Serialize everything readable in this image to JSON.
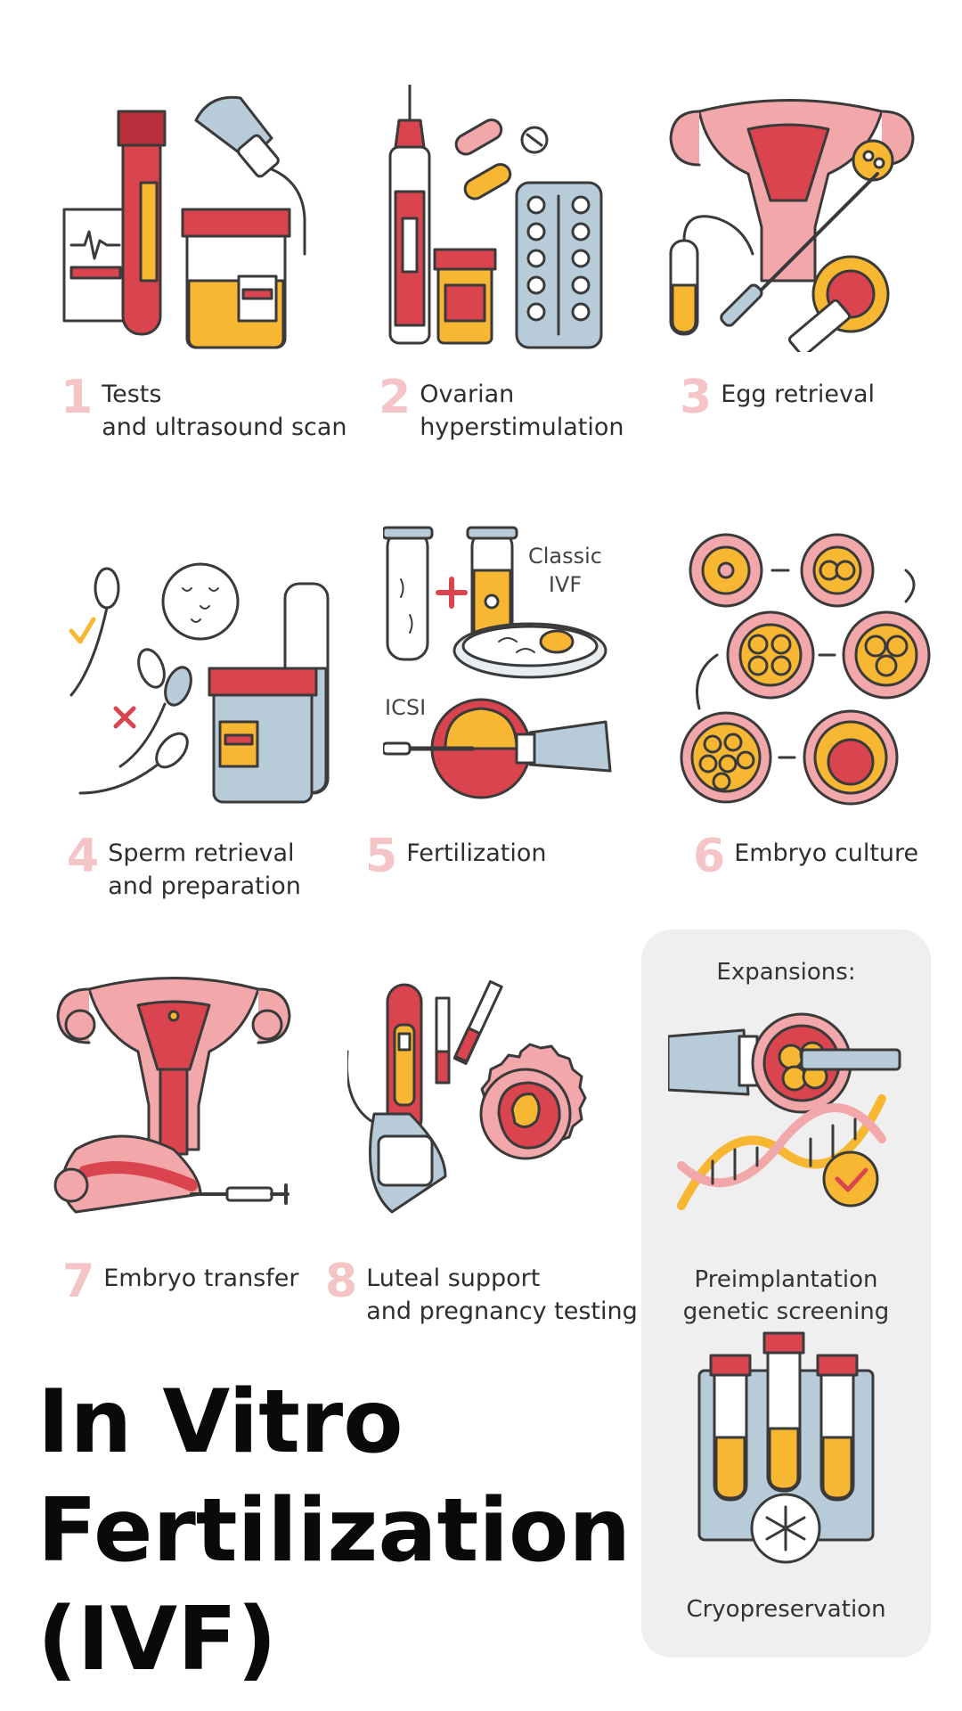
{
  "title": {
    "line1": "In Vitro",
    "line2": "Fertilization",
    "line3": "(IVF)"
  },
  "steps": [
    {
      "number": "1",
      "line1": "Tests",
      "line2": "and ultrasound scan",
      "icon": "tests-ultrasound-icon"
    },
    {
      "number": "2",
      "line1": "Ovarian",
      "line2": "hyperstimulation",
      "icon": "medication-icon"
    },
    {
      "number": "3",
      "line1": "Egg retrieval",
      "line2": "",
      "icon": "egg-retrieval-icon"
    },
    {
      "number": "4",
      "line1": "Sperm retrieval",
      "line2": "and preparation",
      "icon": "sperm-icon"
    },
    {
      "number": "5",
      "line1": "Fertilization",
      "line2": "",
      "icon": "fertilization-icon"
    },
    {
      "number": "6",
      "line1": "Embryo culture",
      "line2": "",
      "icon": "embryo-culture-icon"
    },
    {
      "number": "7",
      "line1": "Embryo transfer",
      "line2": "",
      "icon": "uterus-transfer-icon"
    },
    {
      "number": "8",
      "line1": "Luteal support",
      "line2": "and pregnancy testing",
      "icon": "pregnancy-test-icon"
    }
  ],
  "fertilization_tags": {
    "classic_line1": "Classic",
    "classic_line2": "IVF",
    "icsi": "ICSI"
  },
  "expansions": {
    "heading": "Expansions:",
    "pgs_line1": "Preimplantation",
    "pgs_line2": "genetic screening",
    "cryo": "Cryopreservation"
  },
  "colors": {
    "red": "#d9444f",
    "pink": "#f2a7ab",
    "yellow": "#f7b733",
    "blue": "#b8cbd9",
    "outline": "#3a3a3a",
    "number": "#f5c4c7",
    "panel": "#efefef"
  }
}
